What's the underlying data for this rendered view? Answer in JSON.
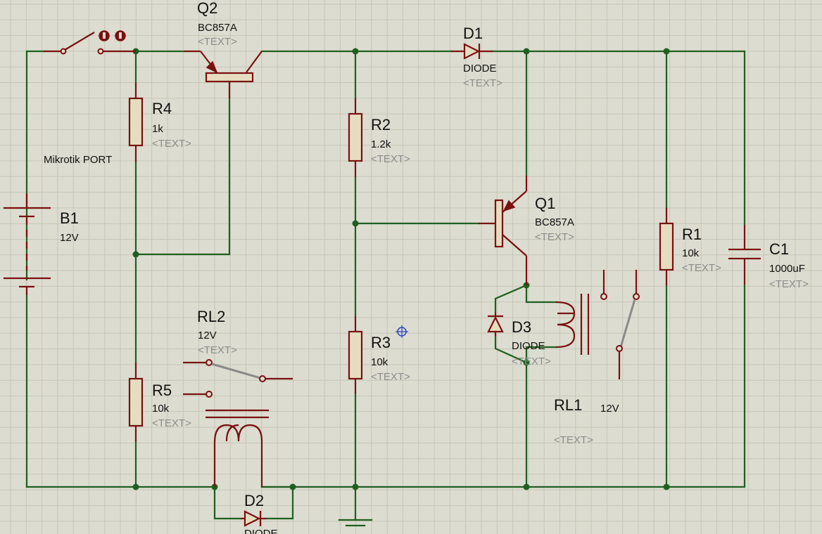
{
  "components": {
    "q2": {
      "ref": "Q2",
      "value": "BC857A",
      "text": "<TEXT>"
    },
    "d1": {
      "ref": "D1",
      "value": "DIODE",
      "text": "<TEXT>"
    },
    "r4": {
      "ref": "R4",
      "value": "1k",
      "text": "<TEXT>"
    },
    "r2": {
      "ref": "R2",
      "value": "1.2k",
      "text": "<TEXT>"
    },
    "q1": {
      "ref": "Q1",
      "value": "BC857A",
      "text": "<TEXT>"
    },
    "r1": {
      "ref": "R1",
      "value": "10k",
      "text": "<TEXT>"
    },
    "c1": {
      "ref": "C1",
      "value": "1000uF",
      "text": "<TEXT>"
    },
    "b1": {
      "ref": "B1",
      "value": "12V"
    },
    "rl2": {
      "ref": "RL2",
      "value": "12V",
      "text": "<TEXT>"
    },
    "r5": {
      "ref": "R5",
      "value": "10k",
      "text": "<TEXT>"
    },
    "r3": {
      "ref": "R3",
      "value": "10k",
      "text": "<TEXT>"
    },
    "d3": {
      "ref": "D3",
      "value": "DIODE",
      "text": "<TEXT>"
    },
    "rl1": {
      "ref": "RL1",
      "value": "12V",
      "text": "<TEXT>"
    },
    "d2": {
      "ref": "D2",
      "value": "DIODE"
    }
  },
  "labels": {
    "mikrotik": "Mikrotik PORT"
  }
}
